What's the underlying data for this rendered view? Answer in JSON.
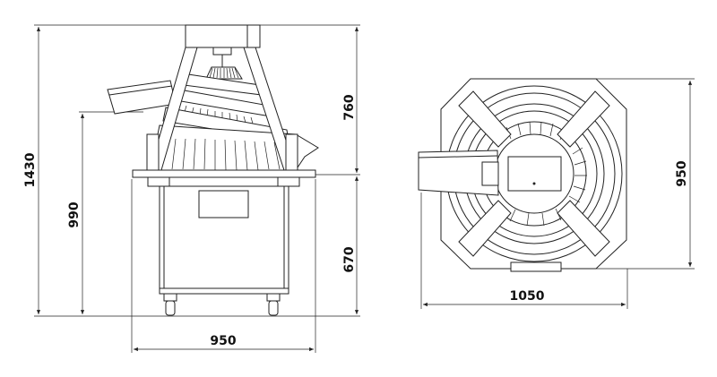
{
  "dimensions": {
    "side_total_height": "1430",
    "side_infeed_height": "990",
    "side_upper_height": "760",
    "side_cabinet_height": "670",
    "side_width": "950",
    "top_depth": "950",
    "top_width": "1050"
  },
  "colors": {
    "line": "#222222",
    "background": "#ffffff"
  }
}
